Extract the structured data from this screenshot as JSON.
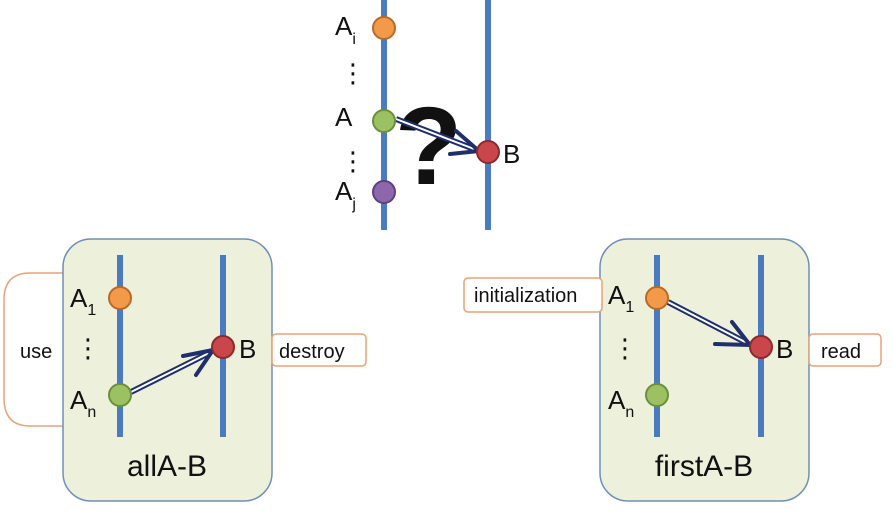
{
  "top": {
    "a_i": {
      "main": "A",
      "sub": "i"
    },
    "a": "A",
    "a_j": {
      "main": "A",
      "sub": "j"
    },
    "b": "B",
    "question": "?",
    "dots": "⋮"
  },
  "left_panel": {
    "title": "allA-B",
    "a1": {
      "main": "A",
      "sub": "1"
    },
    "an": {
      "main": "A",
      "sub": "n"
    },
    "b": "B",
    "dots": "⋮",
    "use_label": "use",
    "destroy_label": "destroy"
  },
  "right_panel": {
    "title": "firstA-B",
    "a1": {
      "main": "A",
      "sub": "1"
    },
    "an": {
      "main": "A",
      "sub": "n"
    },
    "b": "B",
    "dots": "⋮",
    "initialization_label": "initialization",
    "read_label": "read"
  },
  "colors": {
    "line": "#4a7bbf",
    "orange": "#f39a4a",
    "green": "#9cc162",
    "red": "#c9464a",
    "purple": "#8d67a9",
    "panel_fill": "#edf1dc",
    "panel_stroke": "#6f8fb8",
    "callout_stroke": "#e6a476",
    "arrow": "#1f2f6b"
  }
}
